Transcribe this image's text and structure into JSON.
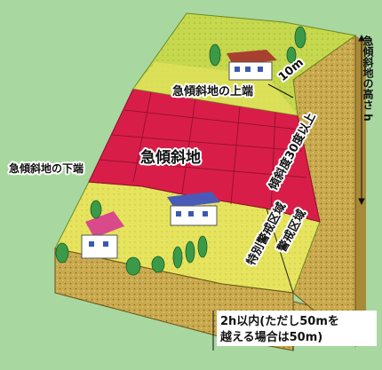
{
  "labels": {
    "steep_slope": "急傾斜地",
    "slope_top": "急傾斜地の上端",
    "slope_bottom": "急傾斜地の下端",
    "height_h": "急傾斜地の高さ h",
    "distance_10m": "10m",
    "angle": "傾斜度30度以上",
    "special_zone": "特別警戒区域",
    "warning_zone": "警戒区域",
    "distance_2h_line1": "2h以内(ただし50mを",
    "distance_2h_line2": "越える場合は50m)"
  },
  "colors": {
    "background": "#a8d8a0",
    "top_surface": "#c8d850",
    "slope_red": "#d8204a",
    "slope_red_dark": "#b01838",
    "lower_yellow": "#e8e860",
    "soil": "#c8a850",
    "tree": "#3a9a48"
  }
}
